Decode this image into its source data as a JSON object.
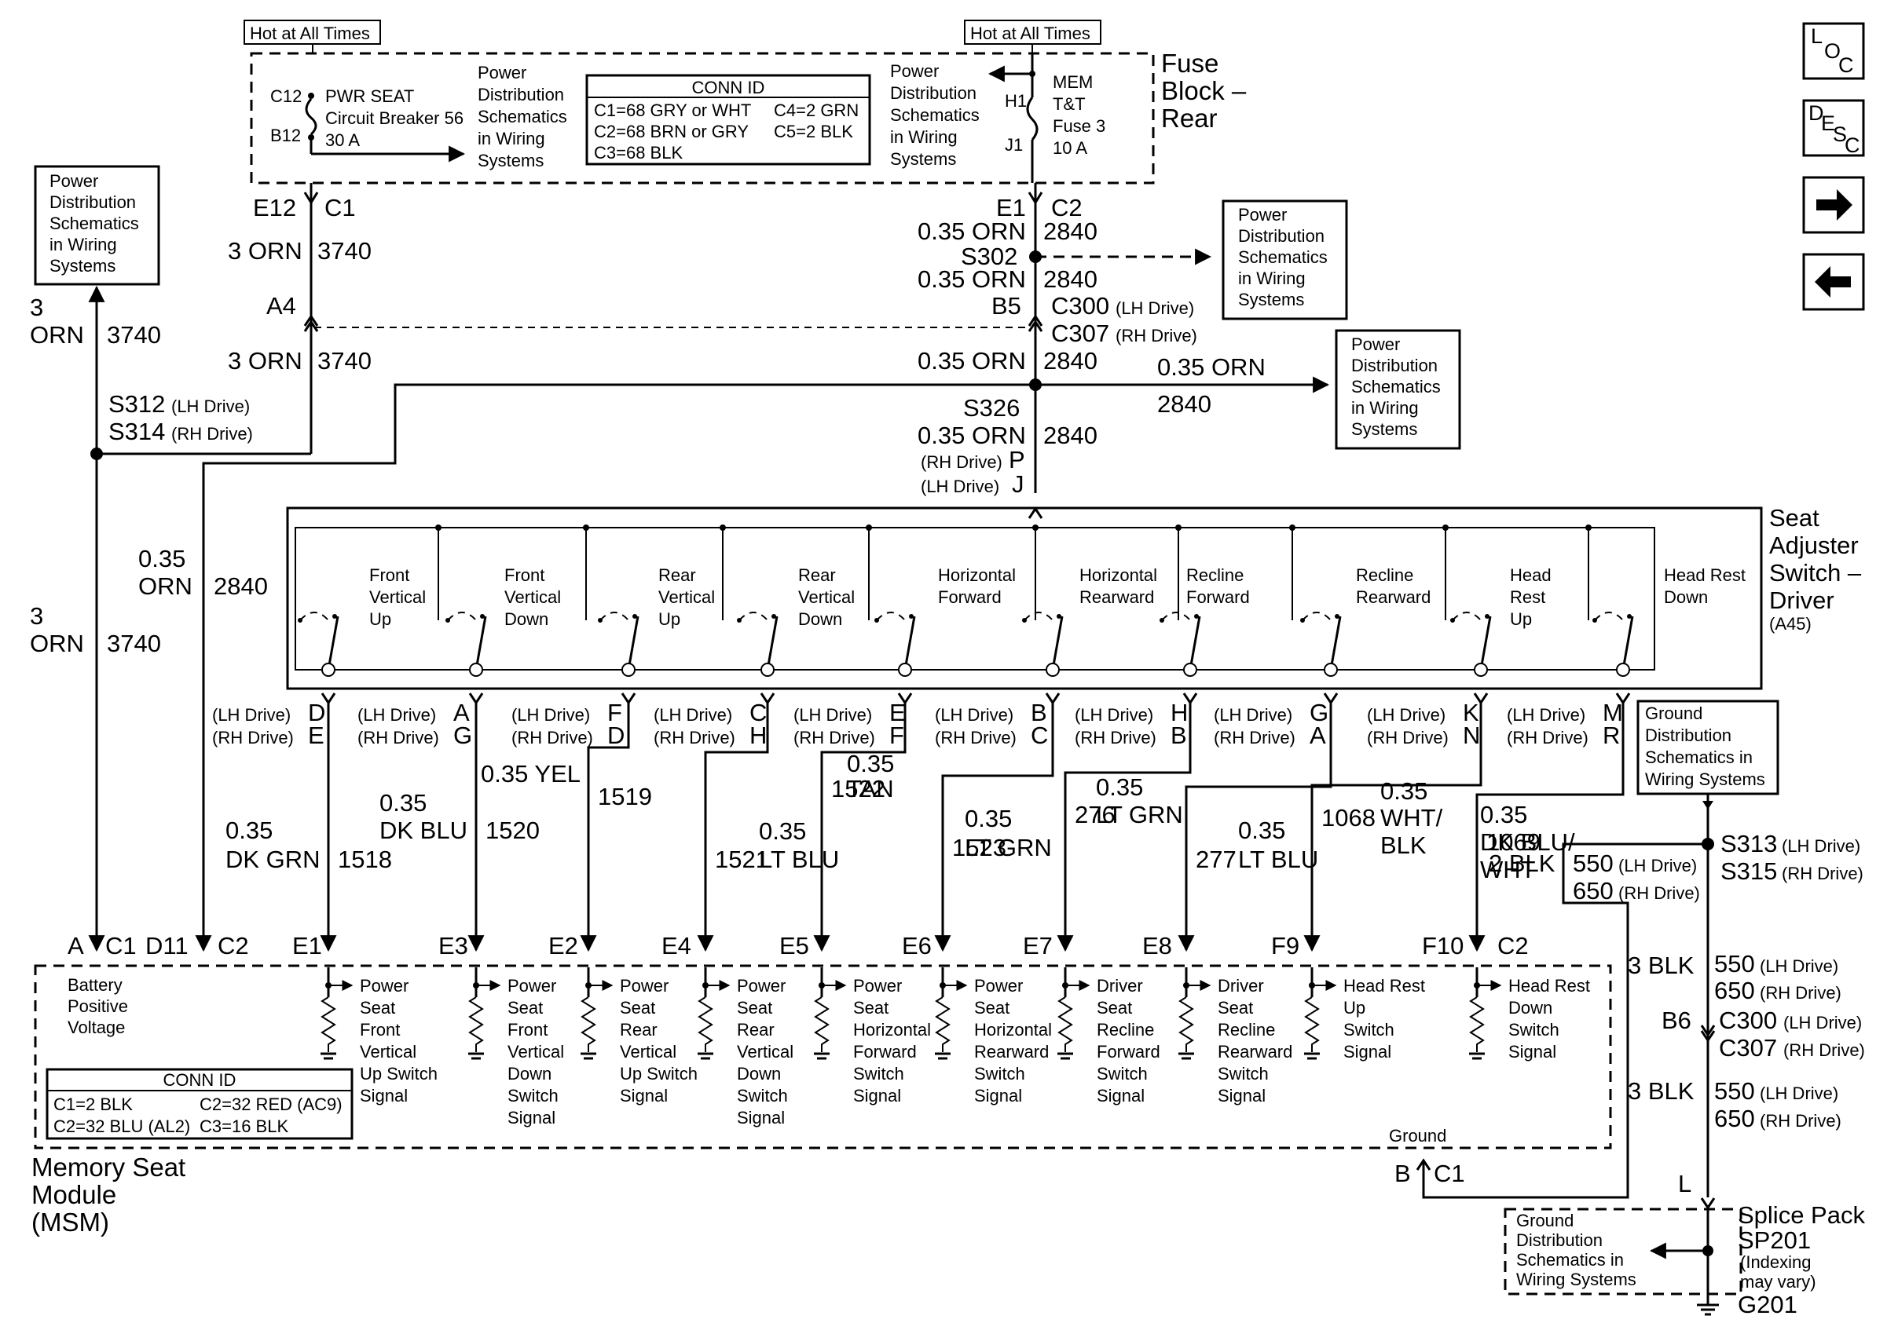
{
  "fuse_block": {
    "hot_left": "Hot at All Times",
    "hot_right": "Hot at All Times",
    "title_lines": [
      "Fuse",
      "Block –",
      "Rear"
    ],
    "c12": "C12",
    "b12": "B12",
    "cb_lines": [
      "PWR SEAT",
      "Circuit Breaker 56",
      "30 A"
    ],
    "pd_left_lines": [
      "Power",
      "Distribution",
      "Schematics",
      "in Wiring",
      "Systems"
    ],
    "conn_id_title": "CONN ID",
    "conn_id_rows": [
      [
        "C1=68 GRY or WHT",
        "C4=2 GRN"
      ],
      [
        "C2=68 BRN or GRY",
        "C5=2 BLK"
      ],
      [
        "C3=68 BLK",
        ""
      ]
    ],
    "pd_right_lines": [
      "Power",
      "Distribution",
      "Schematics",
      "in Wiring",
      "Systems"
    ],
    "h1": "H1",
    "j1": "J1",
    "fuse_lines": [
      "MEM",
      "T&T",
      "Fuse 3",
      "10 A"
    ]
  },
  "nav": {
    "loc": [
      "L",
      "O",
      "C"
    ],
    "desc": [
      "D",
      "E",
      "S",
      "C"
    ],
    "next_icon": "right-arrow",
    "prev_icon": "left-arrow"
  },
  "pd_box_left_lines": [
    "Power",
    "Distribution",
    "Schematics",
    "in Wiring",
    "Systems"
  ],
  "pd_box_s302_lines": [
    "Power",
    "Distribution",
    "Schematics",
    "in Wiring",
    "Systems"
  ],
  "pd_box_s326_lines": [
    "Power",
    "Distribution",
    "Schematics",
    "in Wiring",
    "Systems"
  ],
  "left_feed": {
    "e12": "E12",
    "c1": "C1",
    "wire_a": "3 ORN",
    "wire_a_circuit": "3740",
    "a4": "A4",
    "wire_b": "3 ORN",
    "wire_b_circuit": "3740",
    "left_3": "3",
    "left_orn": "ORN",
    "left_circuit": "3740",
    "s312": "S312",
    "s312_note": "(LH Drive)",
    "s314": "S314",
    "s314_note": "(RH Drive)",
    "low_3": "3",
    "low_orn": "ORN",
    "low_circuit": "3740",
    "mid_035": "0.35",
    "mid_orn": "ORN",
    "mid_circuit": "2840"
  },
  "right_feed": {
    "e1": "E1",
    "c2": "C2",
    "w1": "0.35 ORN",
    "w1_circuit": "2840",
    "s302": "S302",
    "w2": "0.35 ORN",
    "w2_circuit": "2840",
    "b5": "B5",
    "c300": "C300",
    "c300_note": "(LH Drive)",
    "c307": "C307",
    "c307_note": "(RH Drive)",
    "w3": "0.35 ORN",
    "w3_circuit": "2840",
    "branch_wire": "0.35 ORN",
    "branch_circuit": "2840",
    "s326": "S326",
    "w4": "0.35 ORN",
    "w4_circuit": "2840",
    "p_note": "(RH Drive)",
    "p": "P",
    "j_note": "(LH Drive)",
    "j": "J"
  },
  "switch_assembly": {
    "title_lines": [
      "Seat",
      "Adjuster",
      "Switch –",
      "Driver"
    ],
    "ref": "(A45)",
    "switches": [
      [
        "Front",
        "Vertical",
        "Up"
      ],
      [
        "Front",
        "Vertical",
        "Down"
      ],
      [
        "Rear",
        "Vertical",
        "Up"
      ],
      [
        "Rear",
        "Vertical",
        "Down"
      ],
      [
        "Horizontal",
        "Forward"
      ],
      [
        "Horizontal",
        "Rearward"
      ],
      [
        "Recline",
        "Forward"
      ],
      [
        "Recline",
        "Rearward"
      ],
      [
        "Head",
        "Rest",
        "Up"
      ],
      [
        "Head Rest",
        "Down"
      ]
    ]
  },
  "channels": [
    {
      "lh": "(LH Drive)",
      "lhp": "D",
      "rh": "(RH Drive)",
      "rhp": "E",
      "size": "0.35",
      "color": "DK GRN",
      "circuit": "1518",
      "msm_pin": "E1",
      "signal": [
        "Power",
        "Seat",
        "Front",
        "Vertical",
        "Up Switch",
        "Signal"
      ]
    },
    {
      "lh": "(LH Drive)",
      "lhp": "A",
      "rh": "(RH Drive)",
      "rhp": "G",
      "size": "0.35",
      "color": "DK BLU",
      "circuit": "1520",
      "msm_pin": "E3",
      "signal": [
        "Power",
        "Seat",
        "Front",
        "Vertical",
        "Down",
        "Switch",
        "Signal"
      ]
    },
    {
      "lh": "(LH Drive)",
      "lhp": "F",
      "rh": "(RH Drive)",
      "rhp": "D",
      "size": "0.35 YEL",
      "color": "",
      "circuit": "1519",
      "msm_pin": "E2",
      "signal": [
        "Power",
        "Seat",
        "Rear",
        "Vertical",
        "Up Switch",
        "Signal"
      ]
    },
    {
      "lh": "(LH Drive)",
      "lhp": "C",
      "rh": "(RH Drive)",
      "rhp": "H",
      "size": "0.35",
      "color": "LT BLU",
      "circuit": "1521",
      "msm_pin": "E4",
      "signal": [
        "Power",
        "Seat",
        "Rear",
        "Vertical",
        "Down",
        "Switch",
        "Signal"
      ]
    },
    {
      "lh": "(LH Drive)",
      "lhp": "E",
      "rh": "(RH Drive)",
      "rhp": "F",
      "size": "0.35",
      "color": "TAN",
      "circuit": "1522",
      "msm_pin": "E5",
      "signal": [
        "Power",
        "Seat",
        "Horizontal",
        "Forward",
        "Switch",
        "Signal"
      ]
    },
    {
      "lh": "(LH Drive)",
      "lhp": "B",
      "rh": "(RH Drive)",
      "rhp": "C",
      "size": "0.35",
      "color": "LT GRN",
      "circuit": "1523",
      "msm_pin": "E6",
      "signal": [
        "Power",
        "Seat",
        "Horizontal",
        "Rearward",
        "Switch",
        "Signal"
      ]
    },
    {
      "lh": "(LH Drive)",
      "lhp": "H",
      "rh": "(RH Drive)",
      "rhp": "B",
      "size": "0.35",
      "color": "LT GRN",
      "circuit": "276",
      "msm_pin": "E7",
      "signal": [
        "Driver",
        "Seat",
        "Recline",
        "Forward",
        "Switch",
        "Signal"
      ]
    },
    {
      "lh": "(LH Drive)",
      "lhp": "G",
      "rh": "(RH Drive)",
      "rhp": "A",
      "size": "0.35",
      "color": "LT BLU",
      "circuit": "277",
      "msm_pin": "E8",
      "signal": [
        "Driver",
        "Seat",
        "Recline",
        "Rearward",
        "Switch",
        "Signal"
      ]
    },
    {
      "lh": "(LH Drive)",
      "lhp": "K",
      "rh": "(RH Drive)",
      "rhp": "N",
      "size": "0.35",
      "color": "WHT/",
      "color2": "BLK",
      "circuit": "1068",
      "msm_pin": "F9",
      "signal": [
        "Head Rest",
        "Up",
        "Switch",
        "Signal"
      ]
    },
    {
      "lh": "(LH Drive)",
      "lhp": "M",
      "rh": "(RH Drive)",
      "rhp": "R",
      "size": "0.35",
      "color": "DK BLU/",
      "color2": "WHT",
      "circuit": "1069",
      "msm_pin": "F10",
      "signal": [
        "Head Rest",
        "Down",
        "Switch",
        "Signal"
      ]
    }
  ],
  "ground_right": {
    "gd_box_lines": [
      "Ground",
      "Distribution",
      "Schematics in",
      "Wiring Systems"
    ],
    "s313": "S313",
    "s313_note": "(LH Drive)",
    "s315": "S315",
    "s315_note": "(RH Drive)",
    "wire_2blk": "2 BLK",
    "w550": "550",
    "w550_note": "(LH Drive)",
    "w650": "650",
    "w650_note": "(RH Drive)",
    "a_3blk": "3 BLK",
    "a_550": "550",
    "a_550_note": "(LH Drive)",
    "a_650": "650",
    "a_650_note": "(RH Drive)",
    "b6": "B6",
    "c300": "C300",
    "c300_note": "(LH Drive)",
    "c307": "C307",
    "c307_note": "(RH Drive)",
    "b_3blk": "3 BLK",
    "b_550": "550",
    "b_550_note": "(LH Drive)",
    "b_650": "650",
    "b_650_note": "(RH Drive)",
    "l": "L",
    "splice_lines": [
      "Splice Pack",
      "SP201"
    ],
    "index_lines": [
      "(Indexing",
      "may vary)"
    ],
    "g201": "G201",
    "gd2_lines": [
      "Ground",
      "Distribution",
      "Schematics in",
      "Wiring Systems"
    ]
  },
  "msm": {
    "pin_a": "A",
    "pin_c1": "C1",
    "pin_d11": "D11",
    "pin_c2": "C2",
    "pin_c2_right": "C2",
    "battery_lines": [
      "Battery",
      "Positive",
      "Voltage"
    ],
    "ground_label": "Ground",
    "pin_b": "B",
    "pin_c1_bottom": "C1",
    "title_lines": [
      "Memory Seat",
      "Module",
      "(MSM)"
    ],
    "conn_id_title": "CONN ID",
    "conn_id_rows": [
      [
        "C1=2 BLK",
        "C2=32 RED (AC9)"
      ],
      [
        "C2=32 BLU (AL2)",
        "C3=16 BLK"
      ]
    ]
  }
}
